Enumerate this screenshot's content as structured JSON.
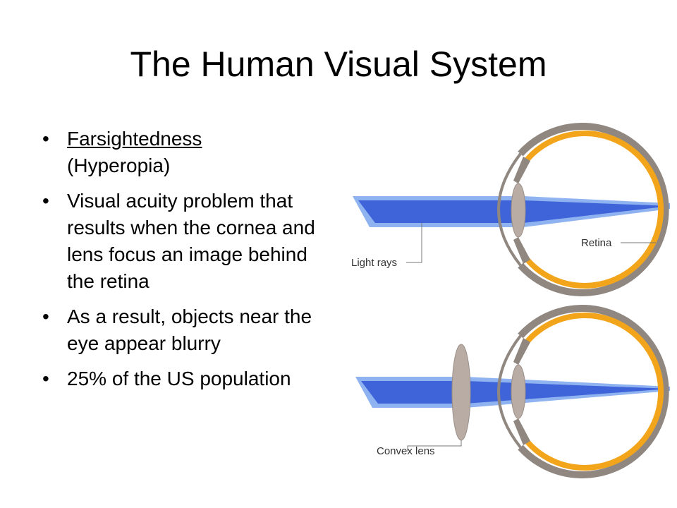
{
  "title": "The Human Visual System",
  "bullets": [
    {
      "underlined": "Farsightedness",
      "text": "(Hyperopia)"
    },
    {
      "text": "Visual acuity problem that results when the cornea and lens focus an image behind the retina"
    },
    {
      "text": "As a result, objects near the eye appear blurry"
    },
    {
      "text": "25% of the US population"
    }
  ],
  "bullet_glyph": "•",
  "diagram": {
    "top_labels": {
      "light_rays": "Light rays",
      "retina": "Retina"
    },
    "bottom_labels": {
      "convex_lens": "Convex lens"
    }
  },
  "colors": {
    "ray_light": "#8fb3f0",
    "ray_dark": "#3f63d8",
    "retina_orange": "#f2a51a",
    "eye_gray": "#8f8780",
    "lens_gray": "#b9aca4"
  }
}
